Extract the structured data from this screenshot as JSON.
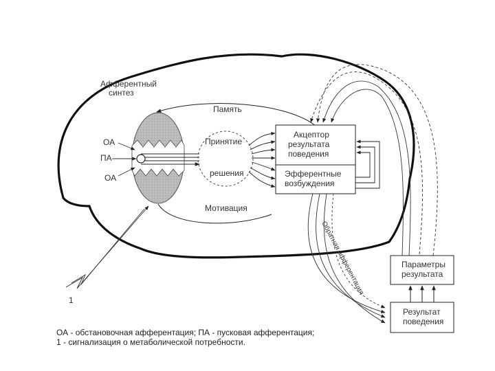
{
  "labels": {
    "afferent_synthesis_1": "Афферентный",
    "afferent_synthesis_2": "синтез",
    "memory": "Память",
    "oa_top": "ОА",
    "pa": "ПА",
    "oa_bottom": "ОА",
    "decision_1": "Принятие",
    "decision_2": "решения",
    "motivation": "Мотивация",
    "acceptor": [
      "Акцептор",
      "результата",
      "поведения"
    ],
    "efferent": [
      "Эфферентные",
      "возбуждения"
    ],
    "params": [
      "Параметры",
      "результата"
    ],
    "result": [
      "Результат",
      "поведения"
    ],
    "signal_marker": "1",
    "reverse_afferentation": "Обратная афферентация"
  },
  "caption": {
    "line1": "ОА - обстановочная афферентация; ПА - пусковая афферентация;",
    "line2": "1 - сигнализация о метаболической потребности."
  }
}
